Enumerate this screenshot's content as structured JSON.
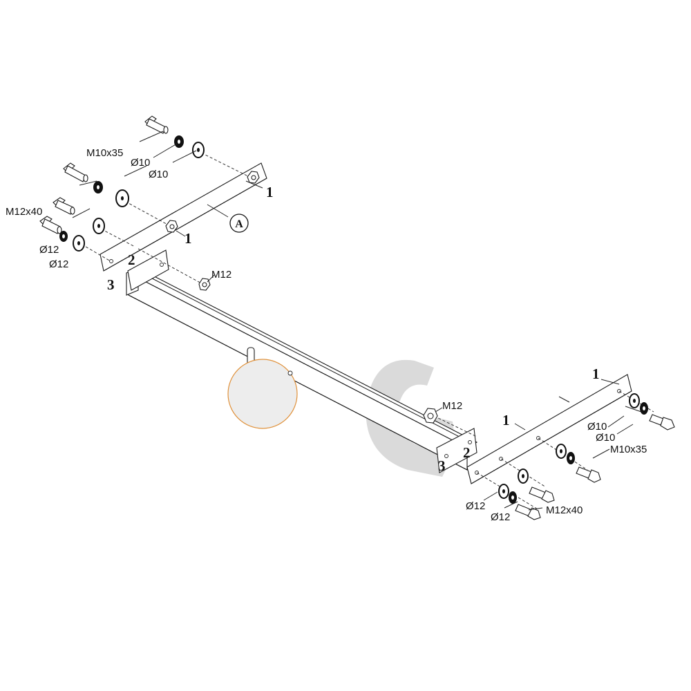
{
  "colors": {
    "line": "#1a1a1a",
    "watermark": "#d6d6d6",
    "ball": "#ededed",
    "ball_outline": "#e0913a"
  },
  "labels": {
    "left_bolt_m10": "M10x35",
    "left_washer_d10_a": "Ø10",
    "left_washer_d10_b": "Ø10",
    "left_bolt_m12": "M12x40",
    "left_washer_d12_a": "Ø12",
    "left_washer_d12_b": "Ø12",
    "left_nut_m12": "M12",
    "right_nut_m12": "M12",
    "right_washer_d10_a": "Ø10",
    "right_washer_d10_b": "Ø10",
    "right_bolt_m10": "M10x35",
    "right_washer_d12_a": "Ø12",
    "right_washer_d12_b": "Ø12",
    "right_bolt_m12": "M12x40"
  },
  "callouts": {
    "left_one_top": "1",
    "left_one_mid": "1",
    "left_two": "2",
    "left_three": "3",
    "right_one_top": "1",
    "right_one_mid": "1",
    "right_two": "2",
    "right_three": "3",
    "detail": "A"
  },
  "watermark": {
    "logo": "G"
  }
}
